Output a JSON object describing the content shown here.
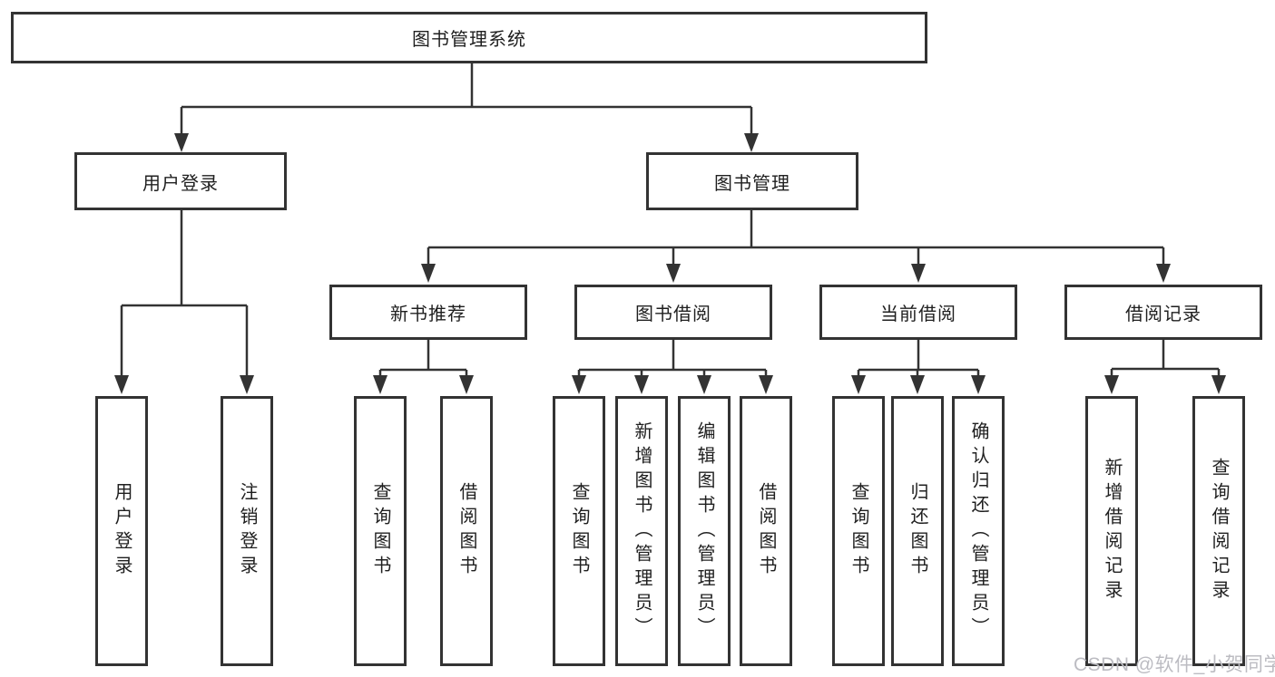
{
  "diagram": {
    "type": "hierarchy-tree",
    "root": {
      "label": "图书管理系统"
    },
    "branches": [
      {
        "label": "用户登录",
        "children": [
          "用户登录",
          "注销登录"
        ]
      },
      {
        "label": "图书管理",
        "children": [
          {
            "label": "新书推荐",
            "children": [
              "查询图书",
              "借阅图书"
            ]
          },
          {
            "label": "图书借阅",
            "children": [
              "查询图书",
              "新增图书（管理员）",
              "编辑图书（管理员）",
              "借阅图书"
            ]
          },
          {
            "label": "当前借阅",
            "children": [
              "查询图书",
              "归还图书",
              "确认归还（管理员）"
            ]
          },
          {
            "label": "借阅记录",
            "children": [
              "新增借阅记录",
              "查询借阅记录"
            ]
          }
        ]
      }
    ]
  },
  "watermark": {
    "text": "CSDN @软件_小贺同学"
  },
  "colors": {
    "line": "#333333",
    "box_border": "#333333",
    "text": "#1f1f1f",
    "watermark": "#bcbcc2",
    "background": "#ffffff"
  }
}
